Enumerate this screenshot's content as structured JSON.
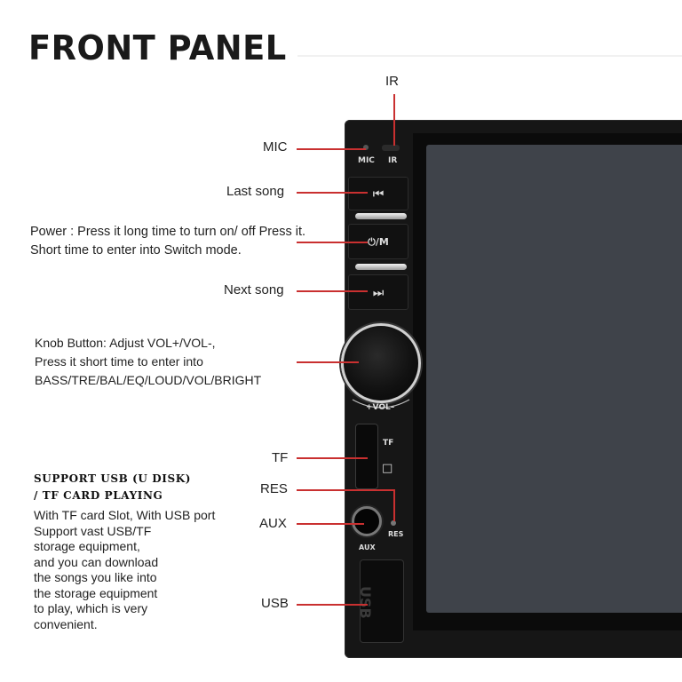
{
  "title": "FRONT PANEL",
  "labels": {
    "ir": "IR",
    "mic": "MIC",
    "last_song": "Last song",
    "next_song": "Next song",
    "tf": "TF",
    "res": "RES",
    "aux": "AUX",
    "usb": "USB"
  },
  "power_desc": {
    "line1": "Power : Press it long time to turn on/ off Press it.",
    "line2": "Short time to enter into Switch mode."
  },
  "knob_desc": {
    "line1": "Knob Button: Adjust VOL+/VOL-,",
    "line2": "Press it short time to enter into",
    "line3": "BASS/TRE/BAL/EQ/LOUD/VOL/BRIGHT"
  },
  "support": {
    "heading1": "SUPPORT USB (U DISK)",
    "heading2": "/ TF CARD PLAYING",
    "lines": [
      "With TF card Slot, With USB port",
      "Support vast USB/TF",
      "storage equipment,",
      "and you can download",
      "the songs you like into",
      "the storage equipment",
      "to play, which is very",
      "convenient."
    ]
  },
  "device": {
    "mic_text": "MIC",
    "ir_text": "IR",
    "prev_glyph": "⏮",
    "power_text": "⏻/M",
    "next_glyph": "⏭",
    "vol_text": "+VOL–",
    "tf_text": "TF",
    "tf_icon": "□",
    "res_text": "RES",
    "aux_text": "AUX",
    "usb_text": "USB"
  },
  "colors": {
    "leader": "#c93030",
    "bezel": "#161616",
    "screen": "#3f434a"
  }
}
